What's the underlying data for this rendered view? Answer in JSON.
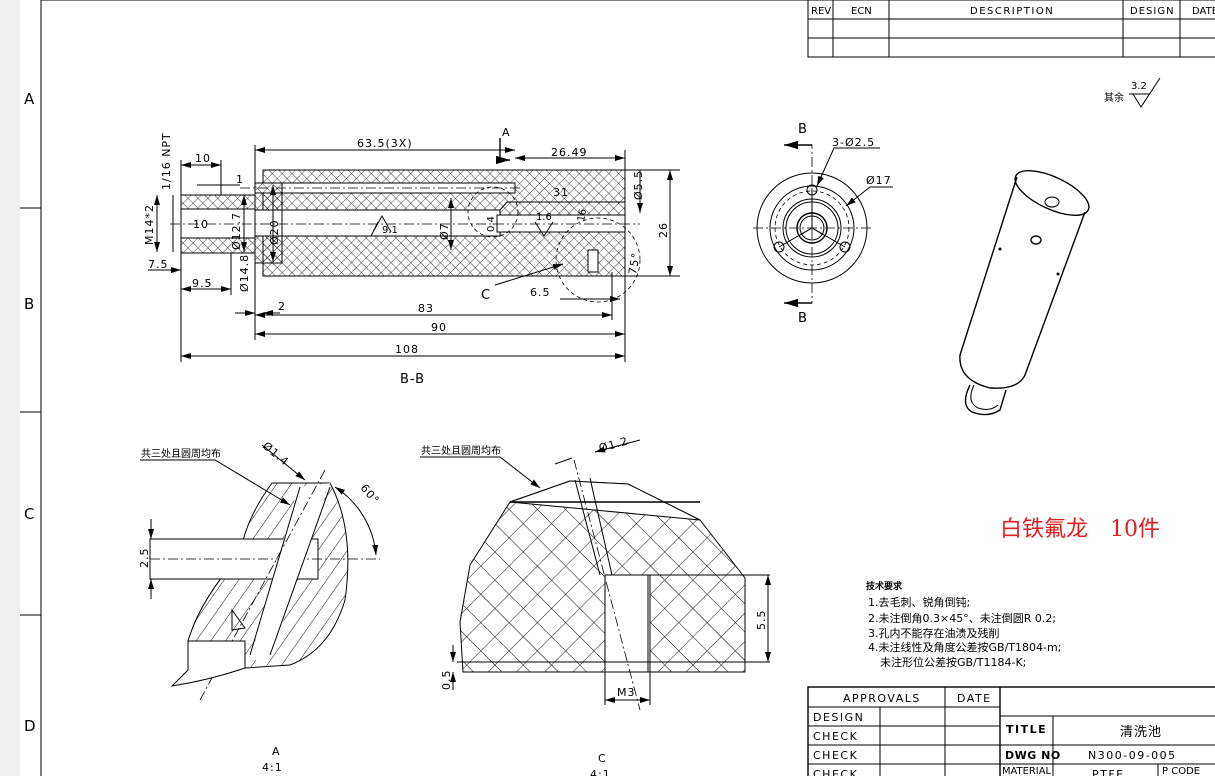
{
  "border": {
    "zone_letters": [
      "A",
      "B",
      "C",
      "D"
    ]
  },
  "revision_table": {
    "headers": [
      "REV",
      "ECN",
      "DESCRIPTION",
      "DESIGN",
      "DATE"
    ],
    "rows": [
      [
        "",
        "",
        "",
        "",
        ""
      ],
      [
        "",
        "",
        "",
        "",
        ""
      ]
    ]
  },
  "surface_finish": {
    "label": "其余",
    "value": "3.2"
  },
  "section_bb": {
    "label": "B-B",
    "dims": {
      "d63_5": "63.5(3X)",
      "d26_49": "26.49",
      "d10_top": "10",
      "d1": "1",
      "npt": "1/16 NPT",
      "m14": "M14*2",
      "d10_mid": "10",
      "d12_7": "Ø12.7",
      "d20": "Ø20",
      "d7": "Ø7",
      "d14": "Ø14.8",
      "d7_5": "7.5",
      "d9_5": "9.5",
      "d2": "2",
      "d83": "83",
      "d90": "90",
      "d108": "108",
      "d5_5": "Ø5.5",
      "d26": "26",
      "d31": "31",
      "d6_5": "6.5",
      "a75": "75°",
      "r9": "9.1",
      "r1_6": "1.6",
      "d16": "16",
      "d0_4": "0.4"
    },
    "section_marker": "A",
    "detail_marker": "C"
  },
  "end_view": {
    "section_label_top": "B",
    "section_label_bottom": "B",
    "holes": "3-Ø2.5",
    "pcd": "Ø17"
  },
  "detail_a": {
    "note": "共三处且圆周均布",
    "hole": "Ø1.4",
    "angle": "60°",
    "dim": "2.5",
    "label": "A",
    "scale": "4:1"
  },
  "detail_c": {
    "note": "共三处且圆周均布",
    "hole": "Ø1.2",
    "dim_h": "5.5",
    "dim_b": "0.5",
    "thread": "M3",
    "label": "C",
    "scale": "4:1"
  },
  "red_note": "白铁氟龙　10件",
  "tech_notes": {
    "title": "技术要求",
    "items": [
      "1.去毛刺、锐角倒钝;",
      "2.未注倒角0.3×45°、未注倒圆R 0.2;",
      "3.孔内不能存在油渍及残削",
      "4.未注线性及角度公差按GB/T1804-m;",
      "未注形位公差按GB/T1184-K;"
    ]
  },
  "title_block": {
    "approvals": "APPROVALS",
    "date": "DATE",
    "rows": [
      "DESIGN",
      "CHECK",
      "CHECK",
      "CHECK"
    ],
    "title_label": "TITLE",
    "title_value": "清洗池",
    "dwg_label": "DWG NO",
    "dwg_value": "N300-09-005",
    "material_label": "MATERIAL",
    "material_value": "PTFE",
    "pcode_label": "P CODE"
  }
}
